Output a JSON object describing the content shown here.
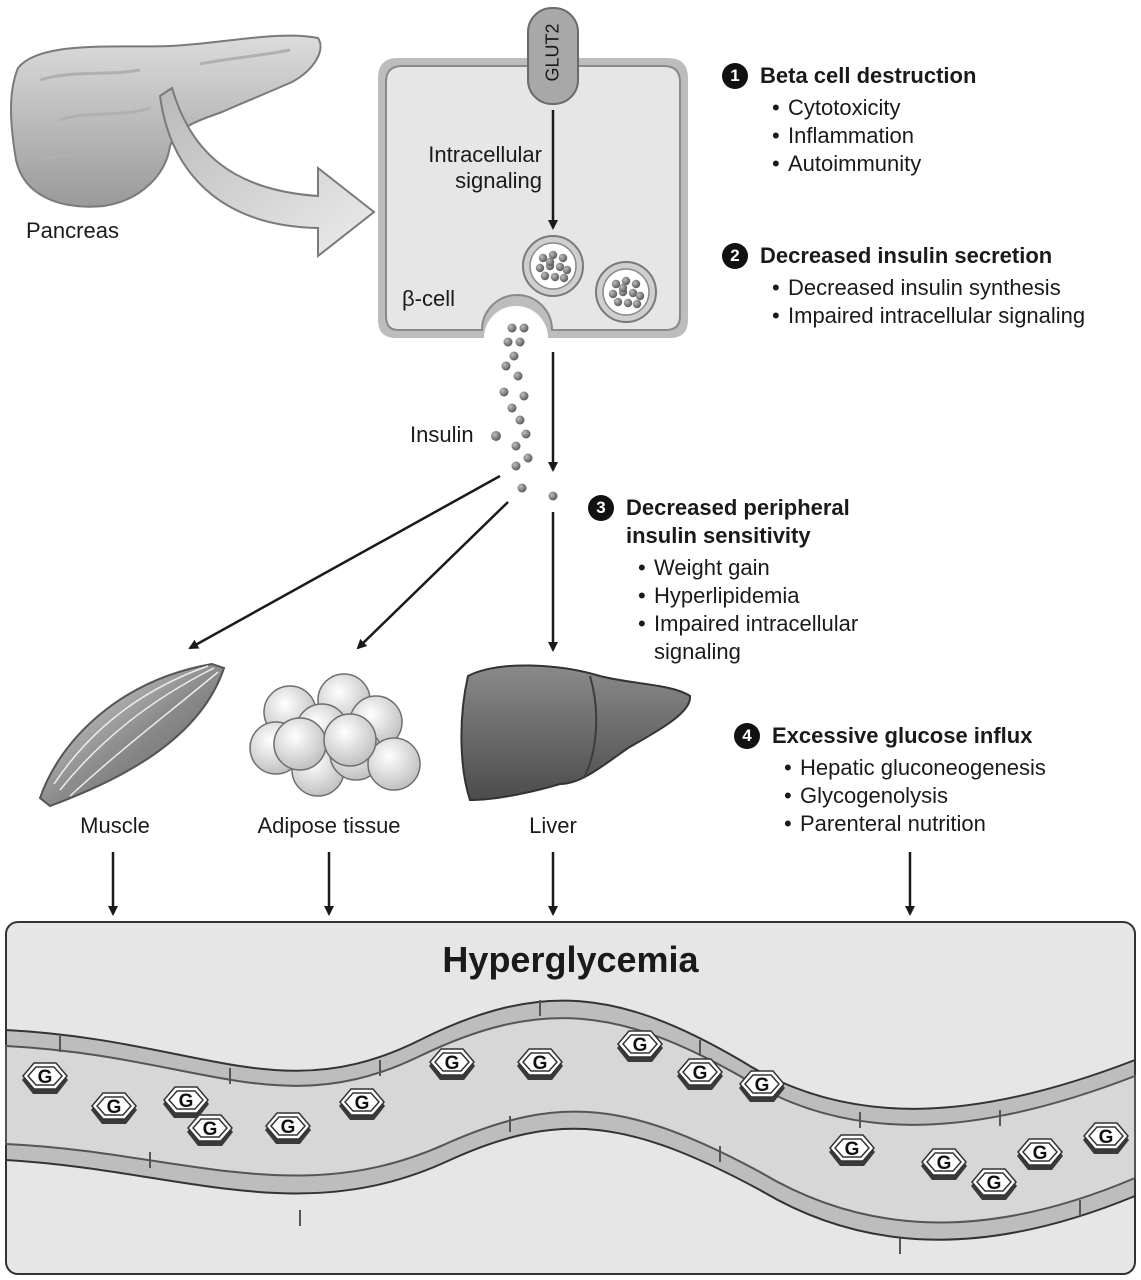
{
  "labels": {
    "pancreas": "Pancreas",
    "glut2": "GLUT2",
    "intracellular_signaling": "Intracellular\nsignaling",
    "beta_cell": "β-cell",
    "insulin": "Insulin",
    "muscle": "Muscle",
    "adipose": "Adipose tissue",
    "liver": "Liver",
    "hyperglycemia": "Hyperglycemia",
    "glucose": "G"
  },
  "sections": [
    {
      "number": "1",
      "title": "Beta cell destruction",
      "items": [
        "Cytotoxicity",
        "Inflammation",
        "Autoimmunity"
      ]
    },
    {
      "number": "2",
      "title": "Decreased insulin secretion",
      "items": [
        "Decreased insulin synthesis",
        "Impaired intracellular signaling"
      ]
    },
    {
      "number": "3",
      "title": "Decreased peripheral insulin sensitivity",
      "items": [
        "Weight gain",
        "Hyperlipidemia",
        "Impaired intracellular signaling"
      ]
    },
    {
      "number": "4",
      "title": "Excessive glucose influx",
      "items": [
        "Hepatic gluconeogenesis",
        "Glycogenolysis",
        "Parenteral nutrition"
      ]
    }
  ],
  "colors": {
    "cell_fill": "#e4e4e4",
    "cell_stroke": "#8a8a8a",
    "panel_fill": "#e6e6e6",
    "vessel_fill": "#cfcfcf",
    "liver_fill": "#6e6e6e",
    "arrow": "#1a1a1a"
  }
}
